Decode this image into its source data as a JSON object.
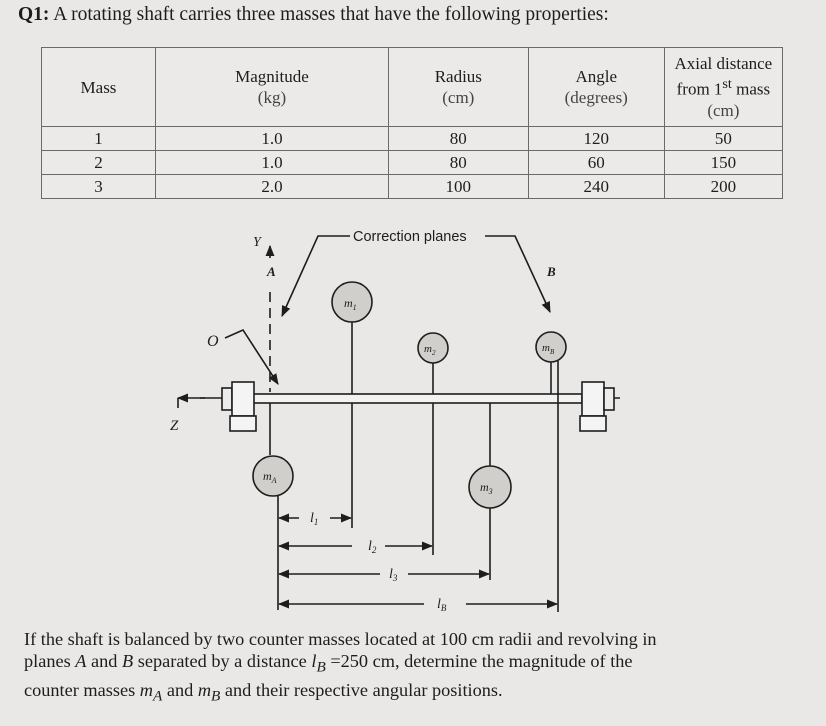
{
  "question": {
    "label": "Q1:",
    "text": "A rotating shaft carries three masses that have the following properties:"
  },
  "table": {
    "headers": {
      "mass": "Mass",
      "magnitude": "Magnitude",
      "magnitude_unit": "(kg)",
      "radius": "Radius",
      "radius_unit": "(cm)",
      "angle": "Angle",
      "angle_unit": "(degrees)",
      "axial_line1": "Axial distance",
      "axial_from": "from 1",
      "axial_sup": "st",
      "axial_mass": " mass",
      "axial_unit": "(cm)"
    },
    "rows": [
      {
        "mass": "1",
        "magnitude": "1.0",
        "radius": "80",
        "angle": "120",
        "axial": "50"
      },
      {
        "mass": "2",
        "magnitude": "1.0",
        "radius": "80",
        "angle": "60",
        "axial": "150"
      },
      {
        "mass": "3",
        "magnitude": "2.0",
        "radius": "100",
        "angle": "240",
        "axial": "200"
      }
    ]
  },
  "diagram": {
    "correction_planes": "Correction planes",
    "axis_y": "Y",
    "axis_z": "Z",
    "origin": "O",
    "plane_a": "A",
    "plane_b": "B",
    "m1": "m",
    "m1_sub": "1",
    "m2": "m",
    "m2_sub": "2",
    "m3": "m",
    "m3_sub": "3",
    "ma": "m",
    "ma_sub": "A",
    "mb": "m",
    "mb_sub": "B",
    "l1": "l",
    "l1_sub": "1",
    "l2": "l",
    "l2_sub": "2",
    "l3": "l",
    "l3_sub": "3",
    "lb": "l",
    "lb_sub": "B"
  },
  "answer": {
    "line1": "If the shaft is balanced by two counter masses located at 100 cm radii and revolving in",
    "line2_pre": "planes ",
    "line2_a": "A",
    "line2_mid": " and ",
    "line2_b": "B",
    "line2_mid2": " separated by a distance ",
    "line2_lb": "l",
    "line2_lb_sub": "B",
    "line2_post": " =250 cm, determine the magnitude of the",
    "line3_pre": "counter masses ",
    "line3_ma": "m",
    "line3_ma_sub": "A",
    "line3_mid": " and ",
    "line3_mb": "m",
    "line3_mb_sub": "B",
    "line3_post": " and their respective angular positions."
  }
}
